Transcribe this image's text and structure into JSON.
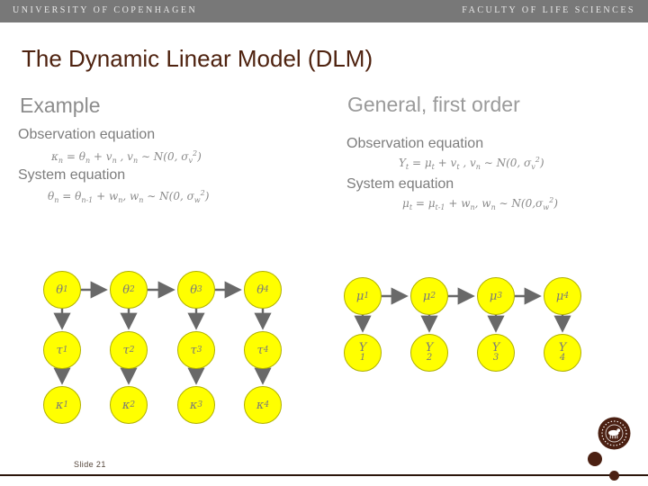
{
  "header": {
    "left": "UNIVERSITY OF COPENHAGEN",
    "right": "FACULTY OF LIFE SCIENCES"
  },
  "title": "The Dynamic Linear Model (DLM)",
  "left_panel": {
    "heading": "Example",
    "obs_heading": "Observation equation",
    "obs_equation_html": "κ<sub>n</sub> = θ<sub>n</sub> + v<sub>n</sub> , v<sub>n</sub> ∼ N(0, σ<sub>v</sub><sup>2</sup>)",
    "sys_heading": "System equation",
    "sys_equation_html": "θ<sub>n</sub> = θ<sub>n-1</sub> + w<sub>n</sub>, w<sub>n</sub> ∼ N(0, σ<sub>w</sub><sup>2</sup>)"
  },
  "right_panel": {
    "heading": "General, first order",
    "obs_heading": "Observation equation",
    "obs_equation_html": "Y<sub>t</sub> = μ<sub>t</sub> + v<sub>t</sub> , v<sub>n</sub> ∼ N(0, σ<sub>v</sub><sup>2</sup>)",
    "sys_heading": "System equation",
    "sys_equation_html": "μ<sub>t</sub> = μ<sub>t-1</sub> + w<sub>n</sub>, w<sub>n</sub> ∼ N(0,σ<sub>w</sub><sup>2</sup>)"
  },
  "diagram": {
    "node_fill": "#ffff00",
    "node_border": "#b0b000",
    "arrow_color": "#696969",
    "left_nodes": [
      {
        "b": "θ",
        "s": "1"
      },
      {
        "b": "θ",
        "s": "2"
      },
      {
        "b": "θ",
        "s": "3"
      },
      {
        "b": "θ",
        "s": "4"
      },
      {
        "b": "τ",
        "s": "1"
      },
      {
        "b": "τ",
        "s": "2"
      },
      {
        "b": "τ",
        "s": "3"
      },
      {
        "b": "τ",
        "s": "4"
      },
      {
        "b": "κ",
        "s": "1"
      },
      {
        "b": "κ",
        "s": "2"
      },
      {
        "b": "κ",
        "s": "3"
      },
      {
        "b": "κ",
        "s": "4"
      }
    ],
    "right_mu": [
      {
        "b": "μ",
        "s": "1"
      },
      {
        "b": "μ",
        "s": "2"
      },
      {
        "b": "μ",
        "s": "3"
      },
      {
        "b": "μ",
        "s": "4"
      }
    ],
    "right_y": [
      {
        "b": "Y",
        "s": "1"
      },
      {
        "b": "Y",
        "s": "2"
      },
      {
        "b": "Y",
        "s": "3"
      },
      {
        "b": "Y",
        "s": "4"
      }
    ]
  },
  "footer": {
    "slide_label": "Slide 21"
  }
}
